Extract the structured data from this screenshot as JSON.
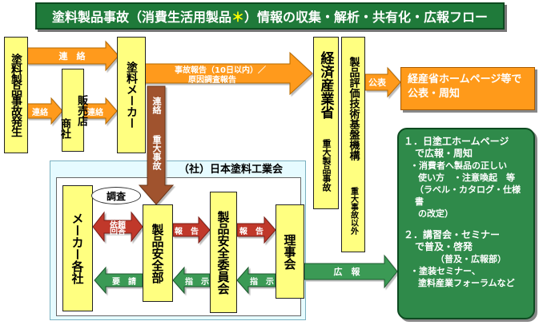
{
  "title": {
    "main": "塗料製品事故（消費生活用製品",
    "star": "＊",
    "tail": "）情報の収集・解析・共有化・広報フロー"
  },
  "nodes": {
    "accident": "塗料製品事故発生",
    "dealer_1": "販売店",
    "dealer_2": "商社",
    "maker": "塗料メーカー",
    "meti": "経済産業省",
    "meti_note": "重大製品事故",
    "nite": "製品評価技術基盤機構",
    "nite_note": "重大事故以外",
    "publish_box": "経産省ホームページ等で公表・周知",
    "association": "（社）日本塗料工業会",
    "makers": "メーカー各社",
    "safety_dept": "製品安全部",
    "safety_committee": "製品安全委員会",
    "board": "理事会",
    "survey": "調査"
  },
  "labels": {
    "renraku_top": "連　絡",
    "renraku_left": "連絡",
    "renraku_mid": "連絡",
    "report_line1": "事故報告（10日以内）／",
    "report_line2": "原因調査報告",
    "koho_right": "公表",
    "renraku_down": "連絡",
    "juudai_down": "重大事故",
    "irai": "依頼",
    "kaito": "回答",
    "hokoku_1": "報　告",
    "hokoku_2": "報　告",
    "yosei": "要　請",
    "shiji_1": "指　示",
    "shiji_2": "指　示",
    "koho_bottom": "広　報"
  },
  "info_box": {
    "line1": "１．日塗工ホームページ",
    "line2": "で広報・周知",
    "line3": "・消費者へ製品の正しい",
    "line4": "使い方　・注意喚起　等",
    "line5": "（ラベル・カタログ・仕様書",
    "line6": "の改定）",
    "line7": "２．講習会・セミナー",
    "line8": "で普及・啓発",
    "line9": "（普及・広報部）",
    "line10": "・塗装セミナー、",
    "line11": "塗料産業フォーラムなど"
  },
  "colors": {
    "title_bg": "#1f7a3a",
    "yellow_box": "#ffff80",
    "orange_arrow": "#ff9a1a",
    "brown_arrow": "#a0522d",
    "red_arrow": "#c0392b",
    "green_arrow": "#3a9a55",
    "cyan_panel": "#e6fbff"
  }
}
